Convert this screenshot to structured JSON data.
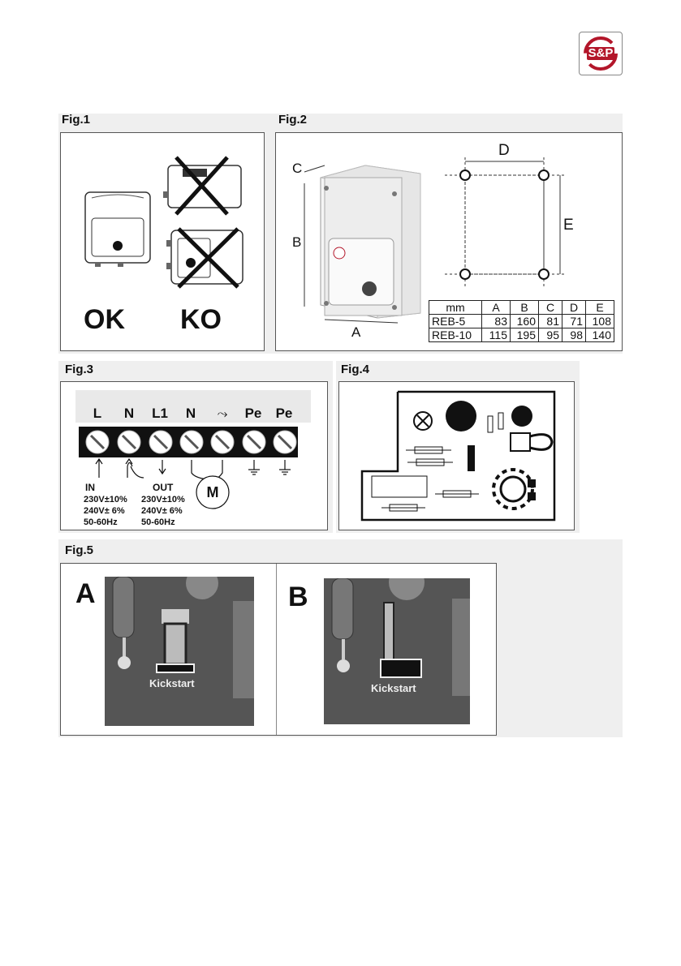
{
  "logo": {
    "text": "S&P",
    "color": "#b3162a"
  },
  "fig1": {
    "label": "Fig.1",
    "ok_label": "OK",
    "ko_label": "KO"
  },
  "fig2": {
    "label": "Fig.2",
    "dim_labels": {
      "A": "A",
      "B": "B",
      "C": "C",
      "D": "D",
      "E": "E"
    },
    "table": {
      "headers": [
        "mm",
        "A",
        "B",
        "C",
        "D",
        "E"
      ],
      "rows": [
        [
          "REB-5",
          "83",
          "160",
          "81",
          "71",
          "108"
        ],
        [
          "REB-10",
          "115",
          "195",
          "95",
          "98",
          "140"
        ]
      ]
    }
  },
  "fig3": {
    "label": "Fig.3",
    "terminals": [
      "L",
      "N",
      "L1",
      "N",
      "",
      "Pe",
      "Pe"
    ],
    "in": {
      "title": "IN",
      "lines": [
        "230V±10%",
        "240V± 6%",
        "50-60Hz"
      ]
    },
    "out": {
      "title": "OUT",
      "lines": [
        "230V±10%",
        "240V± 6%",
        "50-60Hz"
      ]
    },
    "motor": "M"
  },
  "fig4": {
    "label": "Fig.4"
  },
  "fig5": {
    "label": "Fig.5",
    "panel_a": {
      "letter": "A",
      "caption": "Kickstart"
    },
    "panel_b": {
      "letter": "B",
      "caption": "Kickstart"
    }
  }
}
